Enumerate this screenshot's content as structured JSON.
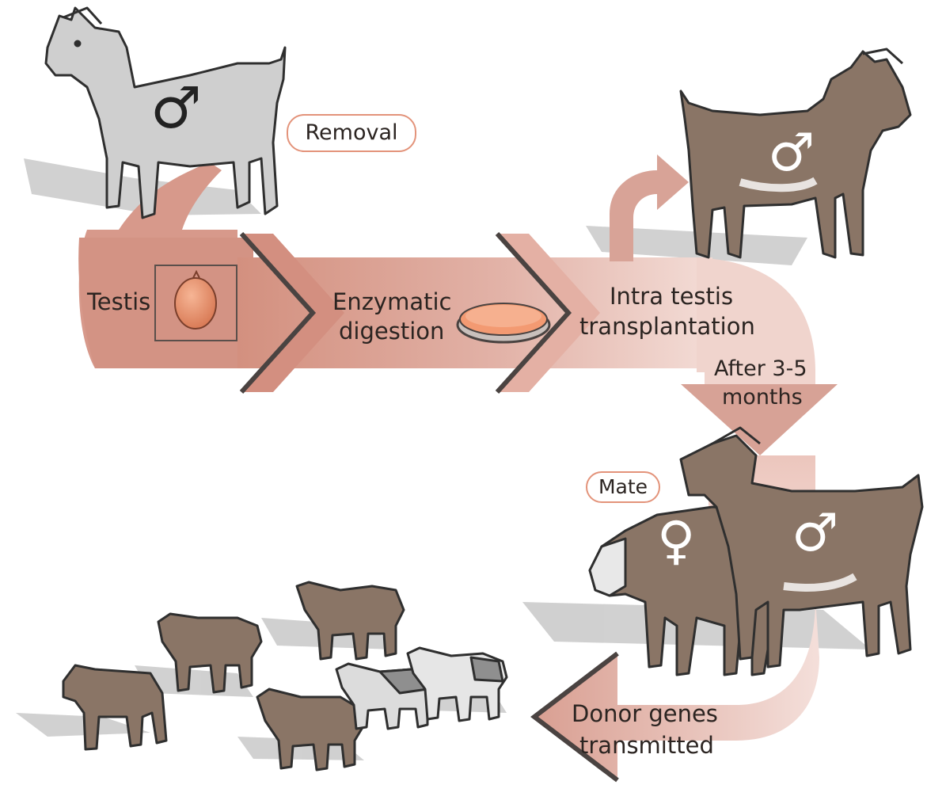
{
  "labels": {
    "removal": "Removal",
    "testis": "Testis",
    "enzymatic_1": "Enzymatic",
    "enzymatic_2": "digestion",
    "intra_1": "Intra testis",
    "intra_2": "transplantation",
    "after_1": "After 3-5",
    "after_2": "months",
    "mate": "Mate",
    "donor_1": "Donor genes",
    "donor_2": "transmitted"
  },
  "symbols": {
    "male": "♂",
    "female": "♀"
  },
  "colors": {
    "arrow": "#d99d91",
    "arrow_light": "#f1d8d2",
    "pill_border": "#e3937a",
    "goat_gray": "#cfcfcf",
    "goat_brown": "#8a7566",
    "testis": "#e8906e",
    "dish": "#f08a62"
  },
  "icons": [
    "goat-donor-icon",
    "goat-recipient-icon",
    "goat-female-icon",
    "goat-male-mate-icon",
    "kid-goat-icon",
    "testis-icon",
    "petri-dish-icon"
  ]
}
